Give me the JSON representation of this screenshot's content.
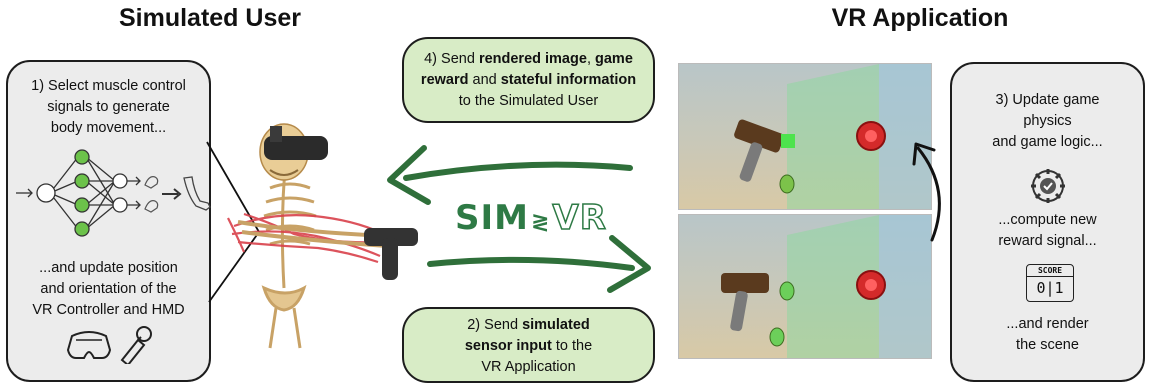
{
  "titles": {
    "left": "Simulated User",
    "right": "VR Application"
  },
  "left_box": {
    "step1": "1) Select muscle control signals to generate body movement...",
    "step1_line1": "1) Select muscle control",
    "step1_line2": "signals to generate",
    "step1_line3": "body movement...",
    "step1b_line1": "...and update position",
    "step1b_line2": "and orientation of the",
    "step1b_line3": "VR Controller and HMD"
  },
  "top_bubble": {
    "line1_pre": "4) Send ",
    "line1_b1": "rendered image",
    "line1_mid": ", ",
    "line1_b2": "game",
    "line2_b1": "reward",
    "line2_mid": " and ",
    "line2_b2": "stateful information",
    "line3": "to the Simulated User"
  },
  "bottom_bubble": {
    "line1_pre": "2) Send ",
    "line1_b": "simulated",
    "line2_b": "sensor input",
    "line2_post": " to the",
    "line3": "VR Application"
  },
  "right_box": {
    "l1": "3) Update game",
    "l2": "physics",
    "l3": "and game logic...",
    "l4": "...compute new",
    "l5": "reward signal...",
    "l6": "...and render",
    "l7": "the scene"
  },
  "logo": {
    "left": "SIM",
    "right": "VR"
  },
  "scoreboard": {
    "label": "SCORE",
    "digits": "0|1"
  },
  "colors": {
    "green_bubble": "#d8ecc6",
    "gray_box": "#ececec",
    "arrow_green": "#2f6f3a",
    "logo_green": "#2e7a45",
    "network_node": "#6cc24a"
  },
  "icons": [
    "neural-network-icon",
    "muscle-icon",
    "arm-icon",
    "vr-headset-icon",
    "vr-controller-icon",
    "gear-check-icon",
    "scoreboard-icon"
  ]
}
